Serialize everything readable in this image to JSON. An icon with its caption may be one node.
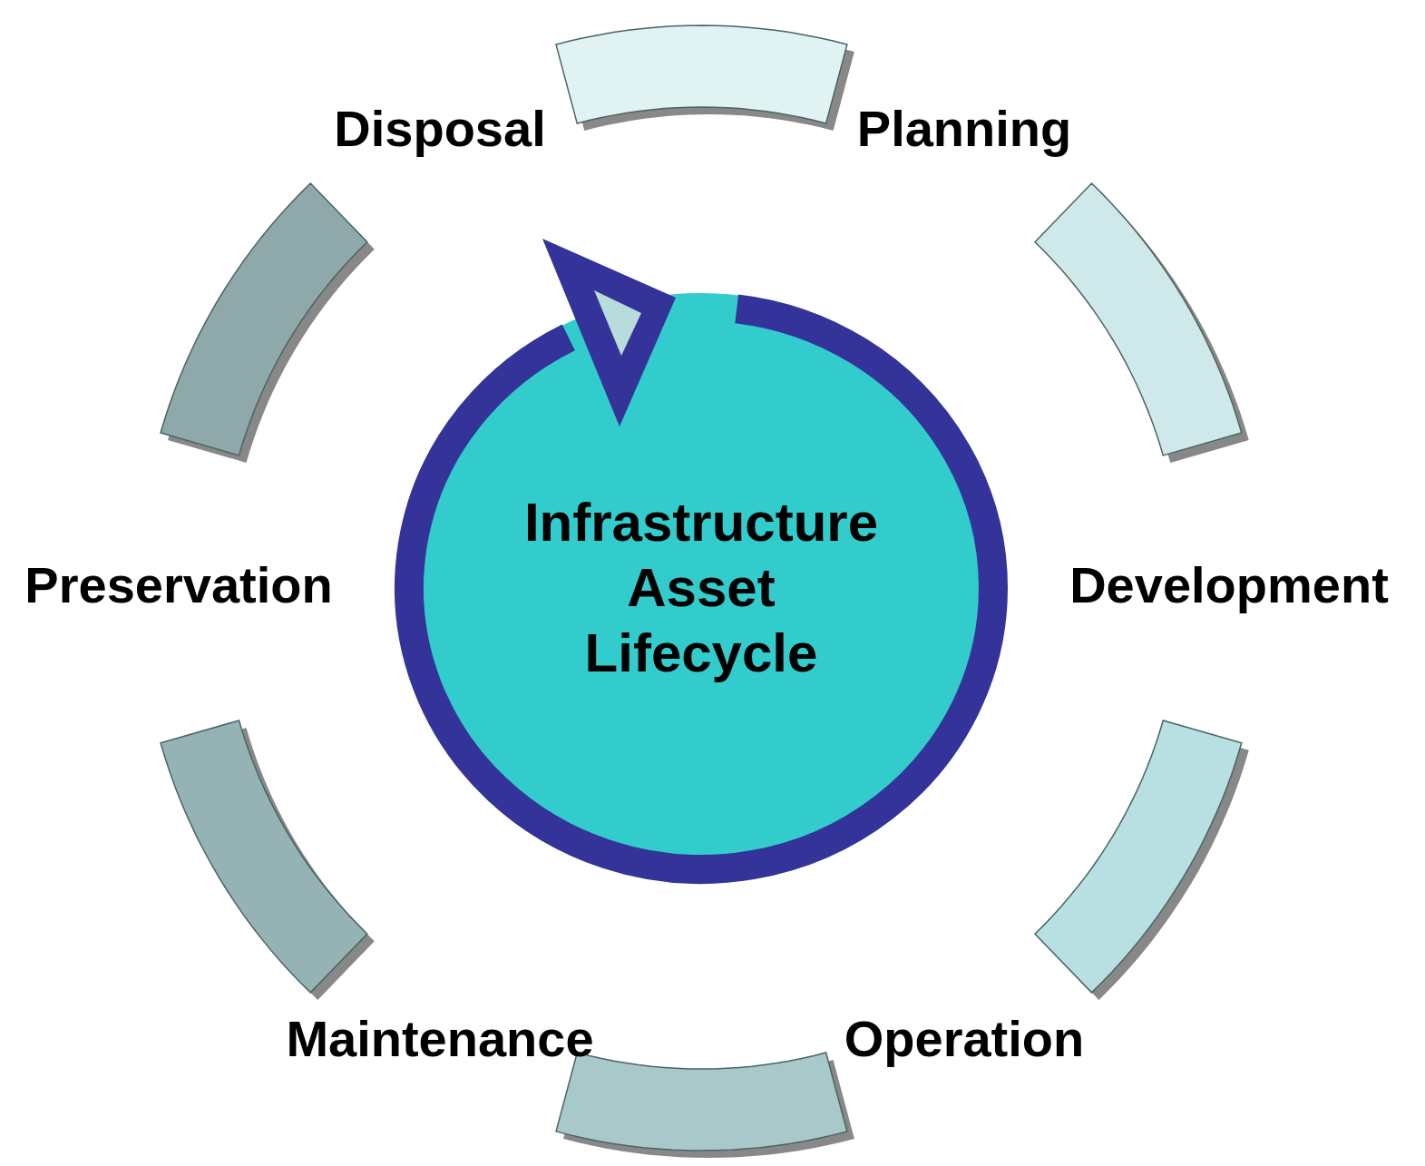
{
  "diagram": {
    "nodes": [
      {
        "text": [
          "Infrastructure Asset Lifecycle"
        ]
      },
      {
        "text": [],
        "shape": "arc"
      },
      {
        "text": [],
        "shape": "arc"
      },
      {
        "text": [],
        "shape": "arc"
      },
      {
        "text": [],
        "shape": "arc"
      },
      {
        "text": [],
        "shape": "arc"
      },
      {
        "text": [],
        "shape": "arc"
      }
    ],
    "labels": [
      "Disposal",
      "Planning",
      "Preservation",
      "Development",
      "Maintenance",
      "Operation"
    ]
  }
}
